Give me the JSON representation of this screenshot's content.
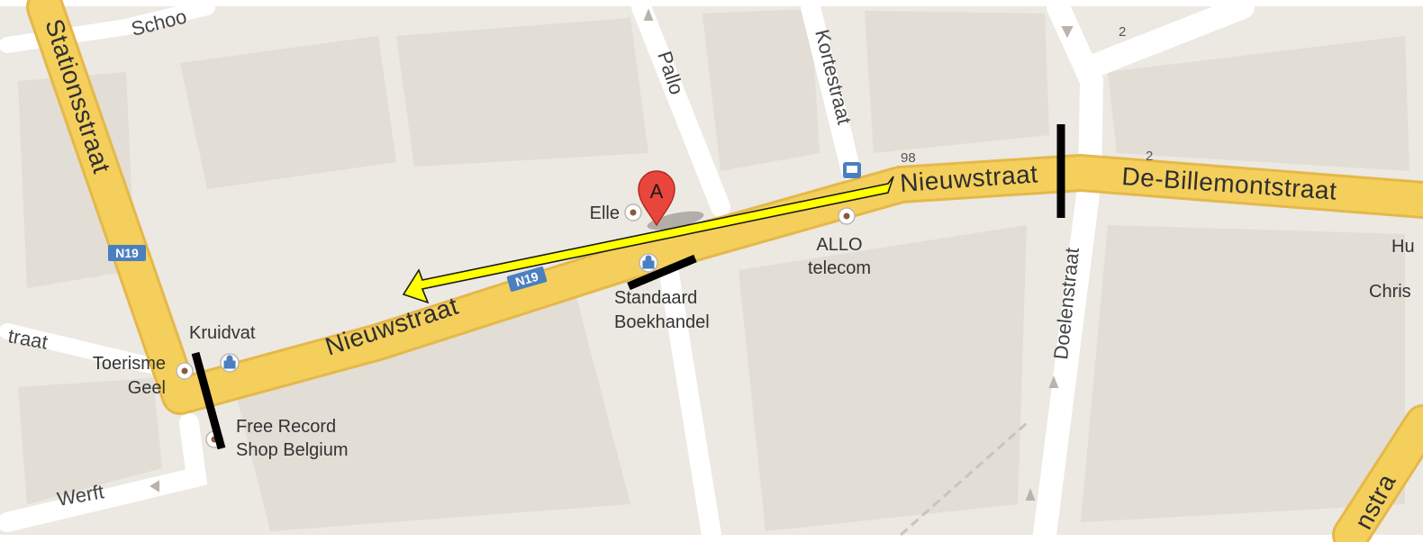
{
  "map": {
    "colors": {
      "background": "#ece8e2",
      "block": "#e2ddd5",
      "minor_road": "#ffffff",
      "major_road": "#f4cf5c",
      "major_road_edge": "#e4b84a",
      "route_arrow": "#ffff00",
      "barrier": "#000000",
      "marker": "#e8463c"
    },
    "streets": {
      "nieuwstraat_west": "Nieuwstraat",
      "nieuwstraat_east": "Nieuwstraat",
      "de_billemontstraat": "De-Billemontstraat",
      "stationsstraat": "Stationsstraat",
      "pallo": "Pallo",
      "kortestraat": "Kortestraat",
      "doelenstraat": "Doelenstraat",
      "werft": "Werft",
      "school_partial": "Schoo",
      "straat_partial": "traat",
      "bottom_right_partial": "nstra"
    },
    "route_badges": {
      "n19_left": "N19",
      "n19_center": "N19"
    },
    "house_numbers": {
      "n98": "98",
      "n2_road": "2",
      "n2_top": "2"
    },
    "pois": {
      "elle": "Elle",
      "standaard_line1": "Standaard",
      "standaard_line2": "Boekhandel",
      "allo_line1": "ALLO",
      "allo_line2": "telecom",
      "kruidvat": "Kruidvat",
      "toerisme_line1": "Toerisme",
      "toerisme_line2": "Geel",
      "free_record_line1": "Free Record",
      "free_record_line2": "Shop Belgium",
      "partial_hu": "Hu",
      "partial_chris": "Chris"
    },
    "marker": {
      "letter": "A"
    }
  }
}
